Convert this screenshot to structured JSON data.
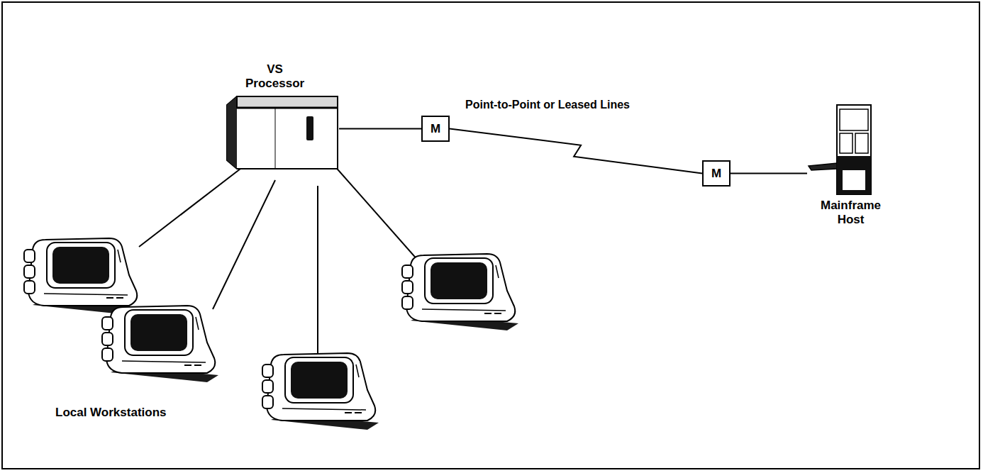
{
  "diagram": {
    "nodes": [
      {
        "text": [
          "VS Processor"
        ]
      },
      {
        "text": [
          "M"
        ]
      },
      {
        "text": [
          "M"
        ]
      },
      {
        "text": [
          "Mainframe Host"
        ]
      }
    ],
    "edges": [
      {
        "from": 0,
        "to": 1,
        "arrow": "none"
      },
      {
        "from": 1,
        "to": 2,
        "label": "Point-to-Point or Leased Lines",
        "arrow": "none"
      },
      {
        "from": 2,
        "to": 3,
        "arrow": "none"
      }
    ],
    "labels": [
      "Local Workstations"
    ]
  }
}
